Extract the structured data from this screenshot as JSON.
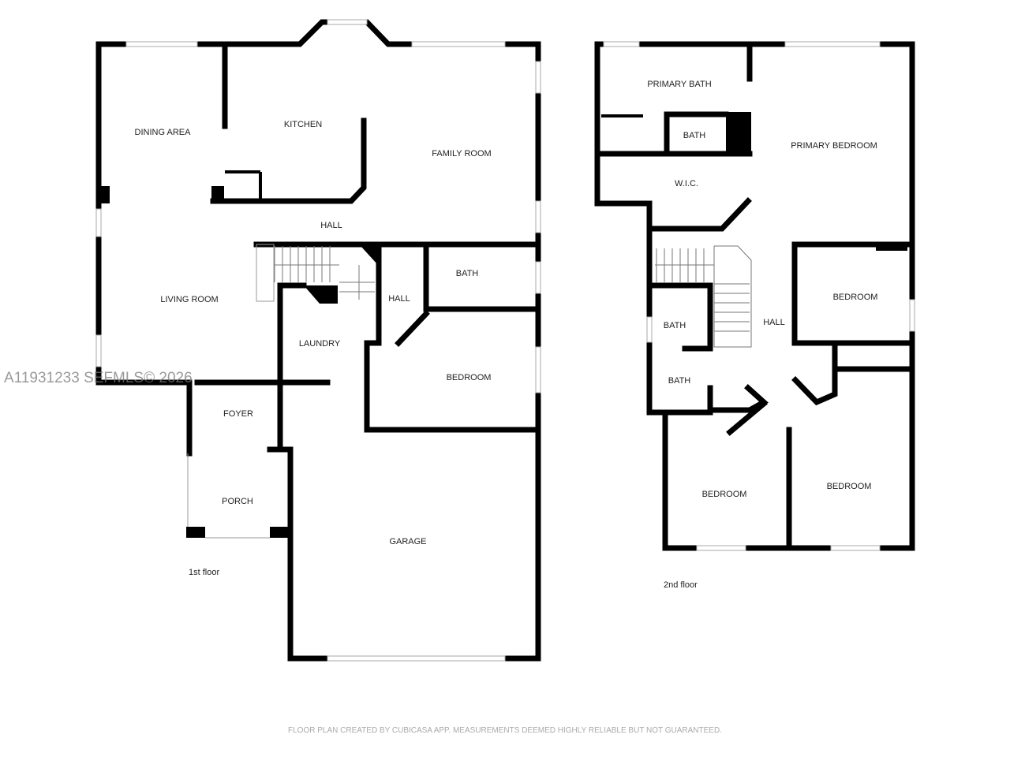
{
  "floors": [
    {
      "name": "1st floor",
      "rooms": [
        "DINING AREA",
        "KITCHEN",
        "FAMILY ROOM",
        "HALL",
        "LIVING ROOM",
        "BATH",
        "HALL",
        "LAUNDRY",
        "BEDROOM",
        "FOYER",
        "PORCH",
        "GARAGE"
      ]
    },
    {
      "name": "2nd floor",
      "rooms": [
        "PRIMARY BATH",
        "BATH",
        "PRIMARY BEDROOM",
        "W.I.C.",
        "BEDROOM",
        "BATH",
        "HALL",
        "BATH",
        "BEDROOM",
        "BEDROOM"
      ]
    }
  ],
  "watermark": "A11931233  SEFMLS© 2026",
  "footer": "FLOOR PLAN CREATED BY CUBICASA APP. MEASUREMENTS DEEMED HIGHLY RELIABLE BUT NOT GUARANTEED.",
  "colors": {
    "wall": "#000000",
    "window": "#aaaaaa",
    "text": "#222222"
  }
}
